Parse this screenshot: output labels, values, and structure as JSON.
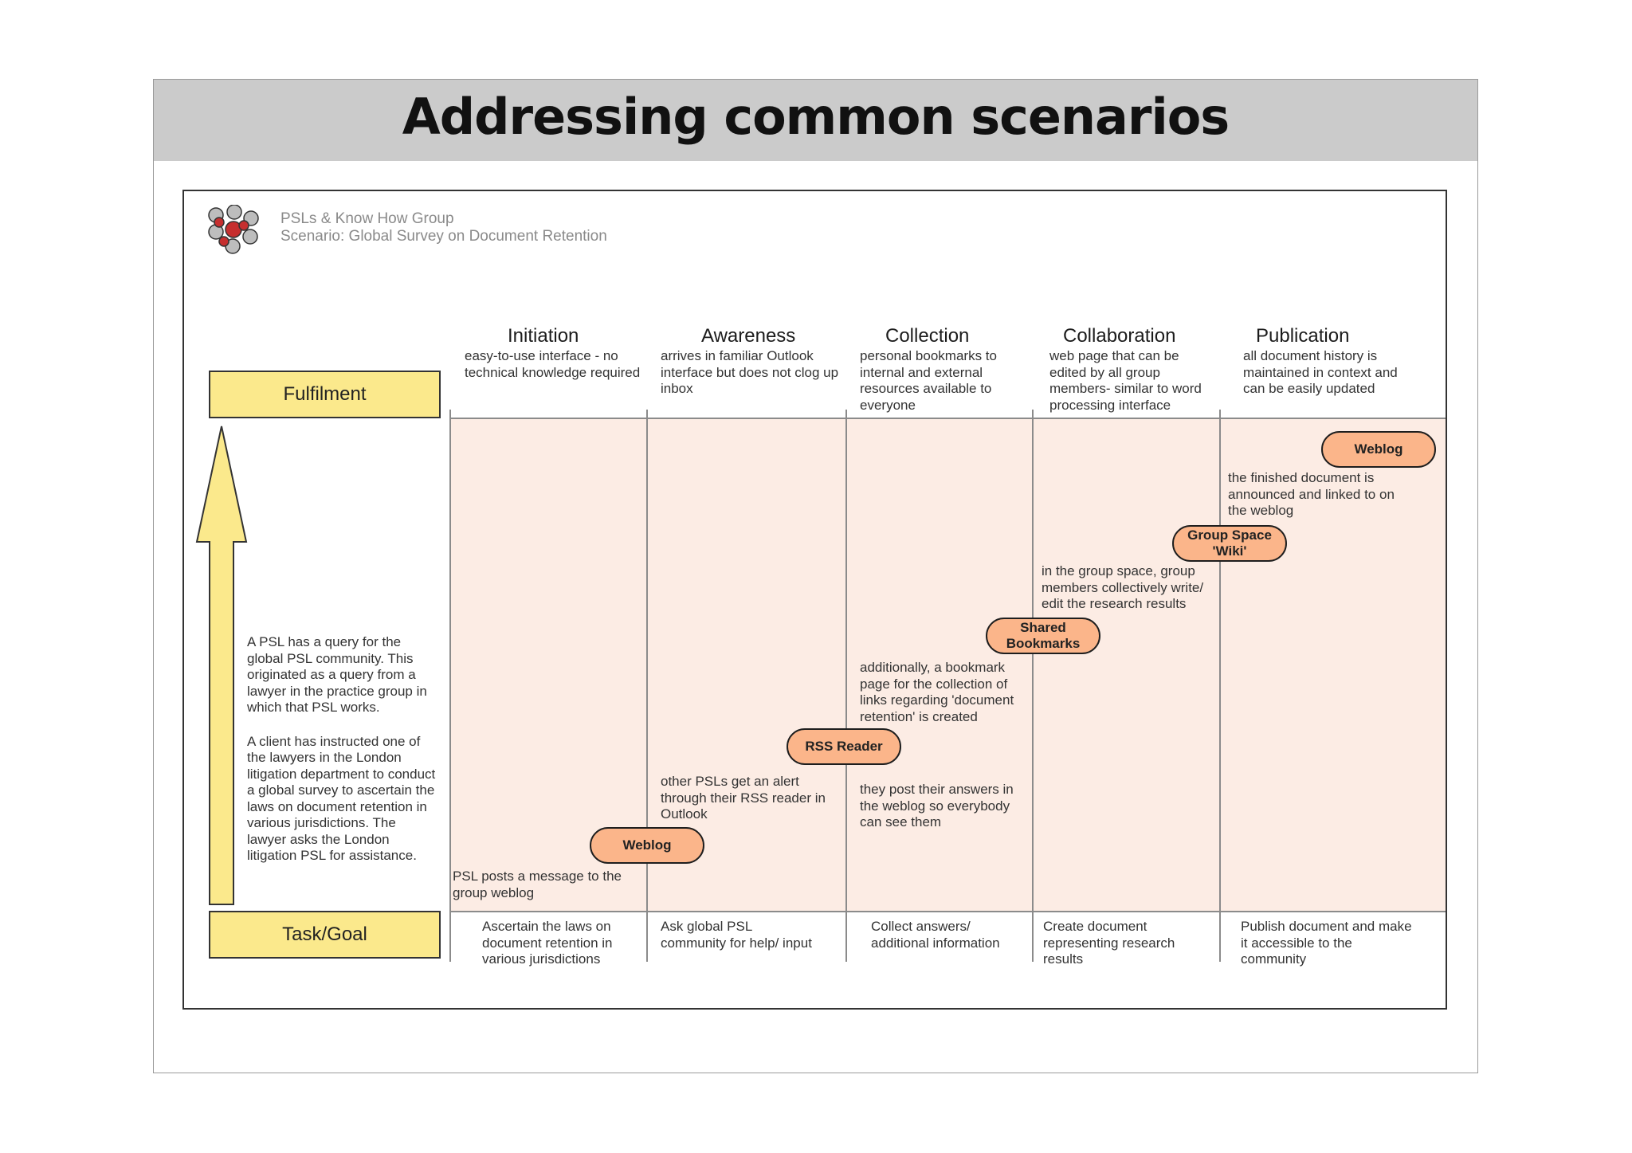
{
  "slide": {
    "title": "Addressing common scenarios"
  },
  "header": {
    "org": "PSLs & Know How Group",
    "scenario": "Scenario: Global Survey on Document Retention"
  },
  "axis": {
    "top": "Fulfilment",
    "bottom": "Task/Goal"
  },
  "story": [
    "A PSL has a query for the global PSL community. This originated as a query from a lawyer in the practice group in which that PSL works.",
    "A client has instructed one of the lawyers in the London litigation department to conduct a global survey to ascertain the laws on document retention in various jurisdictions. The lawyer asks the London litigation PSL for assistance."
  ],
  "stages": [
    {
      "title": "Initiation",
      "desc": "easy-to-use interface - no technical knowledge required",
      "task": "Ascertain the laws on document retention in various jurisdictions"
    },
    {
      "title": "Awareness",
      "desc": "arrives in familiar Outlook interface but does not clog up inbox",
      "task": "Ask global PSL community for help/ input"
    },
    {
      "title": "Collection",
      "desc": "personal bookmarks to internal and external resources available to everyone",
      "task": "Collect answers/ additional information"
    },
    {
      "title": "Collaboration",
      "desc": "web page that can be edited by all group members- similar to word processing interface",
      "task": "Create document representing research results"
    },
    {
      "title": "Publication",
      "desc": "all document history is maintained in context and can be easily updated",
      "task": "Publish document and make it accessible to the community"
    }
  ],
  "tools": [
    "Weblog",
    "RSS Reader",
    "Shared Bookmarks",
    "Group Space 'Wiki'",
    "Weblog"
  ],
  "steps": [
    "PSL posts a message to the group weblog",
    "other PSLs get an alert through their RSS reader in Outlook",
    "they post their answers in the weblog so everybody can see them",
    "additionally, a bookmark page for the collection of links regarding 'document retention' is created",
    "in the group space, group members collectively write/ edit the research results",
    "the finished document is announced and linked to on the weblog"
  ],
  "colors": {
    "band": "#cbcbcb",
    "yellow": "#fbe98c",
    "pill": "#fbb58a",
    "area": "#fcece4"
  },
  "icons": [
    "logo-cluster-icon",
    "up-arrow-icon"
  ]
}
